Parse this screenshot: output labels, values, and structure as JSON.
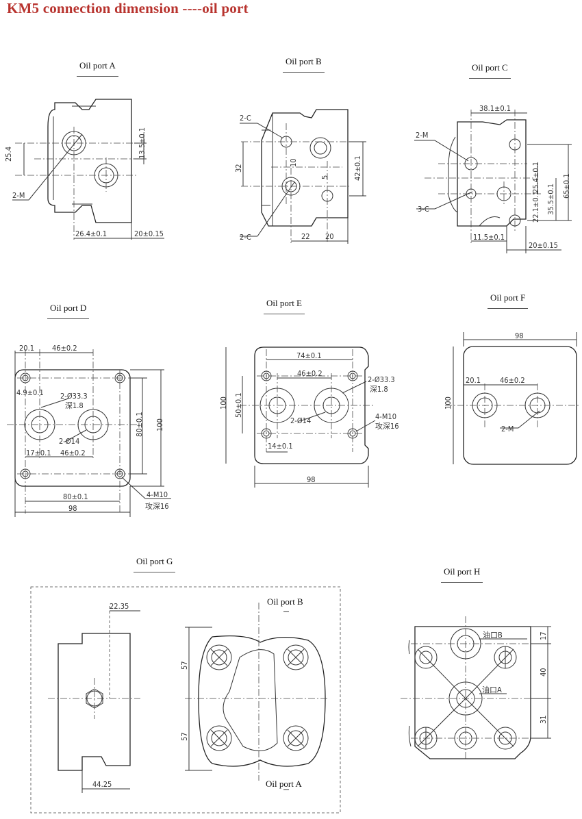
{
  "title": "KM5 connection dimension  ----oil port",
  "views": {
    "a": {
      "label": "Oil port A",
      "dims": {
        "d1": "25.4",
        "d2": "13.5±0.1",
        "d3": "26.4±0.1",
        "d4": "20±0.15",
        "m": "2-M"
      }
    },
    "b": {
      "label": "Oil port B",
      "dims": {
        "c_top": "2-C",
        "c_bot": "2-C",
        "d32": "32",
        "d10": "10",
        "d5": "5",
        "d42": "42±0.1",
        "d22": "22",
        "d20": "20"
      }
    },
    "c": {
      "label": "Oil port C",
      "dims": {
        "d38": "38.1±0.1",
        "m": "2-M",
        "c": "3-C",
        "d25": "25.4±0.1",
        "d22": "22.1±0.1",
        "d35": "35.5±0.1",
        "d65": "65±0.1",
        "d11": "11.5±0.1",
        "d20": "20±0.15"
      }
    },
    "d": {
      "label": "Oil port D",
      "dims": {
        "d201": "20.1",
        "d46a": "46±0.2",
        "d49": "4.9±0.1",
        "d333": "2-Ø33.3",
        "deep": "深1.8",
        "d14": "2-Ø14",
        "d17": "17±0.1",
        "d46b": "46±0.2",
        "d80v": "80±0.1",
        "d100": "100",
        "m10": "4-M10",
        "tap": "攻深16",
        "d80h": "80±0.1",
        "d98": "98"
      }
    },
    "e": {
      "label": "Oil port E",
      "dims": {
        "d74": "74±0.1",
        "d46": "46±0.2",
        "d333": "2-Ø33.3",
        "deep": "深1.8",
        "d50": "50±0.1",
        "d100": "100",
        "d14": "2-Ø14",
        "m10": "4-M10",
        "tap": "攻深16",
        "d14b": "14±0.1",
        "d98": "98"
      }
    },
    "f": {
      "label": "Oil port F",
      "dims": {
        "d98": "98",
        "d201": "20.1",
        "d46": "46±0.2",
        "d100": "100",
        "m": "2-M"
      }
    },
    "g": {
      "label": "Oil port G",
      "dims": {
        "d2235": "22.35",
        "d4425": "44.25",
        "d57a": "57",
        "d57b": "57"
      },
      "sub_b": "Oil port B",
      "sub_a": "Oil port A"
    },
    "h": {
      "label": "Oil port H",
      "dims": {
        "portb": "油口B",
        "porta": "油口A",
        "d17": "17",
        "d40": "40",
        "d31": "31"
      }
    }
  }
}
